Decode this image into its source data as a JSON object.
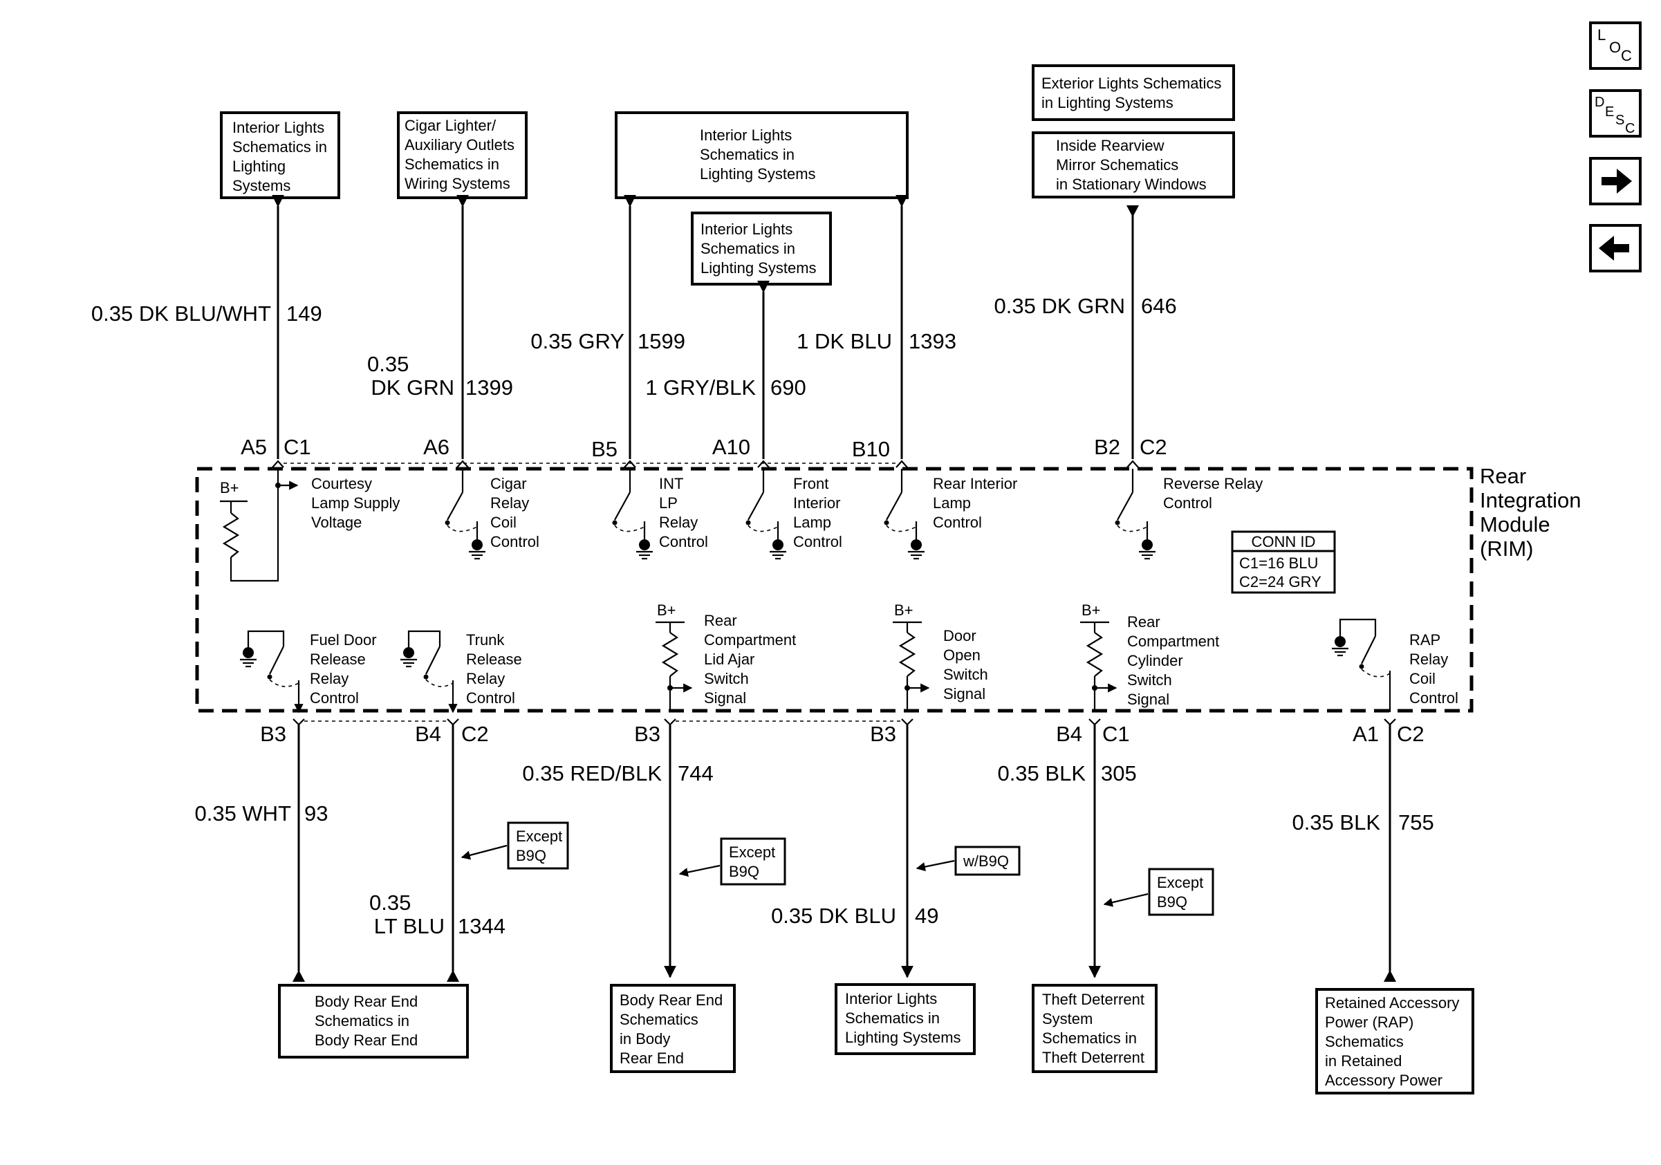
{
  "nav": {
    "loc": [
      "L",
      "O",
      "C"
    ],
    "desc": [
      "D",
      "E",
      "S",
      "C"
    ]
  },
  "rim": {
    "title": [
      "Rear",
      "Integration",
      "Module",
      "(RIM)"
    ]
  },
  "conn_id": {
    "title": "CONN ID",
    "lines": [
      "C1=16 BLU",
      "C2=24 GRY"
    ]
  },
  "top_boxes": [
    {
      "lines": [
        "Interior Lights",
        "Schematics in",
        "Lighting",
        "Systems"
      ]
    },
    {
      "lines": [
        "Cigar Lighter/",
        "Auxiliary Outlets",
        "Schematics in",
        "Wiring Systems"
      ]
    },
    {
      "lines": [
        "Interior Lights",
        "Schematics in",
        "Lighting Systems"
      ]
    },
    {
      "lines": [
        "Interior Lights",
        "Schematics in",
        "Lighting Systems"
      ]
    },
    {
      "lines": [
        "Exterior Lights Schematics",
        "in Lighting Systems"
      ]
    },
    {
      "lines": [
        "Inside Rearview",
        "Mirror Schematics",
        "in Stationary Windows"
      ]
    }
  ],
  "bottom_boxes": [
    {
      "lines": [
        "Body Rear End",
        "Schematics in",
        "Body Rear End"
      ]
    },
    {
      "lines": [
        "Body Rear End",
        "Schematics",
        "in Body",
        "Rear End"
      ]
    },
    {
      "lines": [
        "Interior Lights",
        "Schematics in",
        "Lighting Systems"
      ]
    },
    {
      "lines": [
        "Theft Deterrent",
        "System",
        "Schematics in",
        "Theft Deterrent"
      ]
    },
    {
      "lines": [
        "Retained Accessory",
        "Power (RAP)",
        "Schematics",
        "in Retained",
        "Accessory Power"
      ]
    }
  ],
  "option_boxes": [
    {
      "lines": [
        "Except",
        "B9Q"
      ]
    },
    {
      "lines": [
        "Except",
        "B9Q"
      ]
    },
    {
      "lines": [
        "w/B9Q"
      ]
    },
    {
      "lines": [
        "Except",
        "B9Q"
      ]
    }
  ],
  "top_wires": [
    {
      "label": [
        "0.35 DK BLU/WHT"
      ],
      "circuit": "149",
      "pin": "A5",
      "connector": "C1"
    },
    {
      "label": [
        "0.35",
        "DK GRN"
      ],
      "circuit": "1399",
      "pin": "A6",
      "connector": ""
    },
    {
      "label": [
        "0.35 GRY"
      ],
      "circuit": "1599",
      "pin": "B5",
      "connector": ""
    },
    {
      "label": [
        "1 GRY/BLK"
      ],
      "circuit": "690",
      "pin": "A10",
      "connector": ""
    },
    {
      "label": [
        "1 DK BLU"
      ],
      "circuit": "1393",
      "pin": "B10",
      "connector": ""
    },
    {
      "label": [
        "0.35 DK GRN"
      ],
      "circuit": "646",
      "pin": "B2",
      "connector": "C2"
    }
  ],
  "bottom_wires": [
    {
      "label": [
        "0.35 WHT"
      ],
      "circuit": "93",
      "pin": "B3",
      "connector": ""
    },
    {
      "label": [
        "0.35",
        "LT BLU"
      ],
      "circuit": "1344",
      "pin": "B4",
      "connector": "C2"
    },
    {
      "label": [
        "0.35 RED/BLK"
      ],
      "circuit": "744",
      "pin": "B3",
      "connector": ""
    },
    {
      "label": [
        "0.35 DK BLU"
      ],
      "circuit": "49",
      "pin": "B3",
      "connector": ""
    },
    {
      "label": [
        "0.35 BLK"
      ],
      "circuit": "305",
      "pin": "B4",
      "connector": "C1"
    },
    {
      "label": [
        "0.35 BLK"
      ],
      "circuit": "755",
      "pin": "A1",
      "connector": "C2"
    }
  ],
  "internal_labels": {
    "b_plus": "B+",
    "top": [
      {
        "lines": [
          "Courtesy",
          "Lamp Supply",
          "Voltage"
        ]
      },
      {
        "lines": [
          "Cigar",
          "Relay",
          "Coil",
          "Control"
        ]
      },
      {
        "lines": [
          "INT",
          "LP",
          "Relay",
          "Control"
        ]
      },
      {
        "lines": [
          "Front",
          "Interior",
          "Lamp",
          "Control"
        ]
      },
      {
        "lines": [
          "Rear Interior",
          "Lamp",
          "Control"
        ]
      },
      {
        "lines": [
          "Reverse Relay",
          "Control"
        ]
      }
    ],
    "bottom": [
      {
        "lines": [
          "Fuel Door",
          "Release",
          "Relay",
          "Control"
        ]
      },
      {
        "lines": [
          "Trunk",
          "Release",
          "Relay",
          "Control"
        ]
      },
      {
        "lines": [
          "Rear",
          "Compartment",
          "Lid Ajar",
          "Switch",
          "Signal"
        ]
      },
      {
        "lines": [
          "Door",
          "Open",
          "Switch",
          "Signal"
        ]
      },
      {
        "lines": [
          "Rear",
          "Compartment",
          "Cylinder",
          "Switch",
          "Signal"
        ]
      },
      {
        "lines": [
          "RAP",
          "Relay",
          "Coil",
          "Control"
        ]
      }
    ]
  }
}
